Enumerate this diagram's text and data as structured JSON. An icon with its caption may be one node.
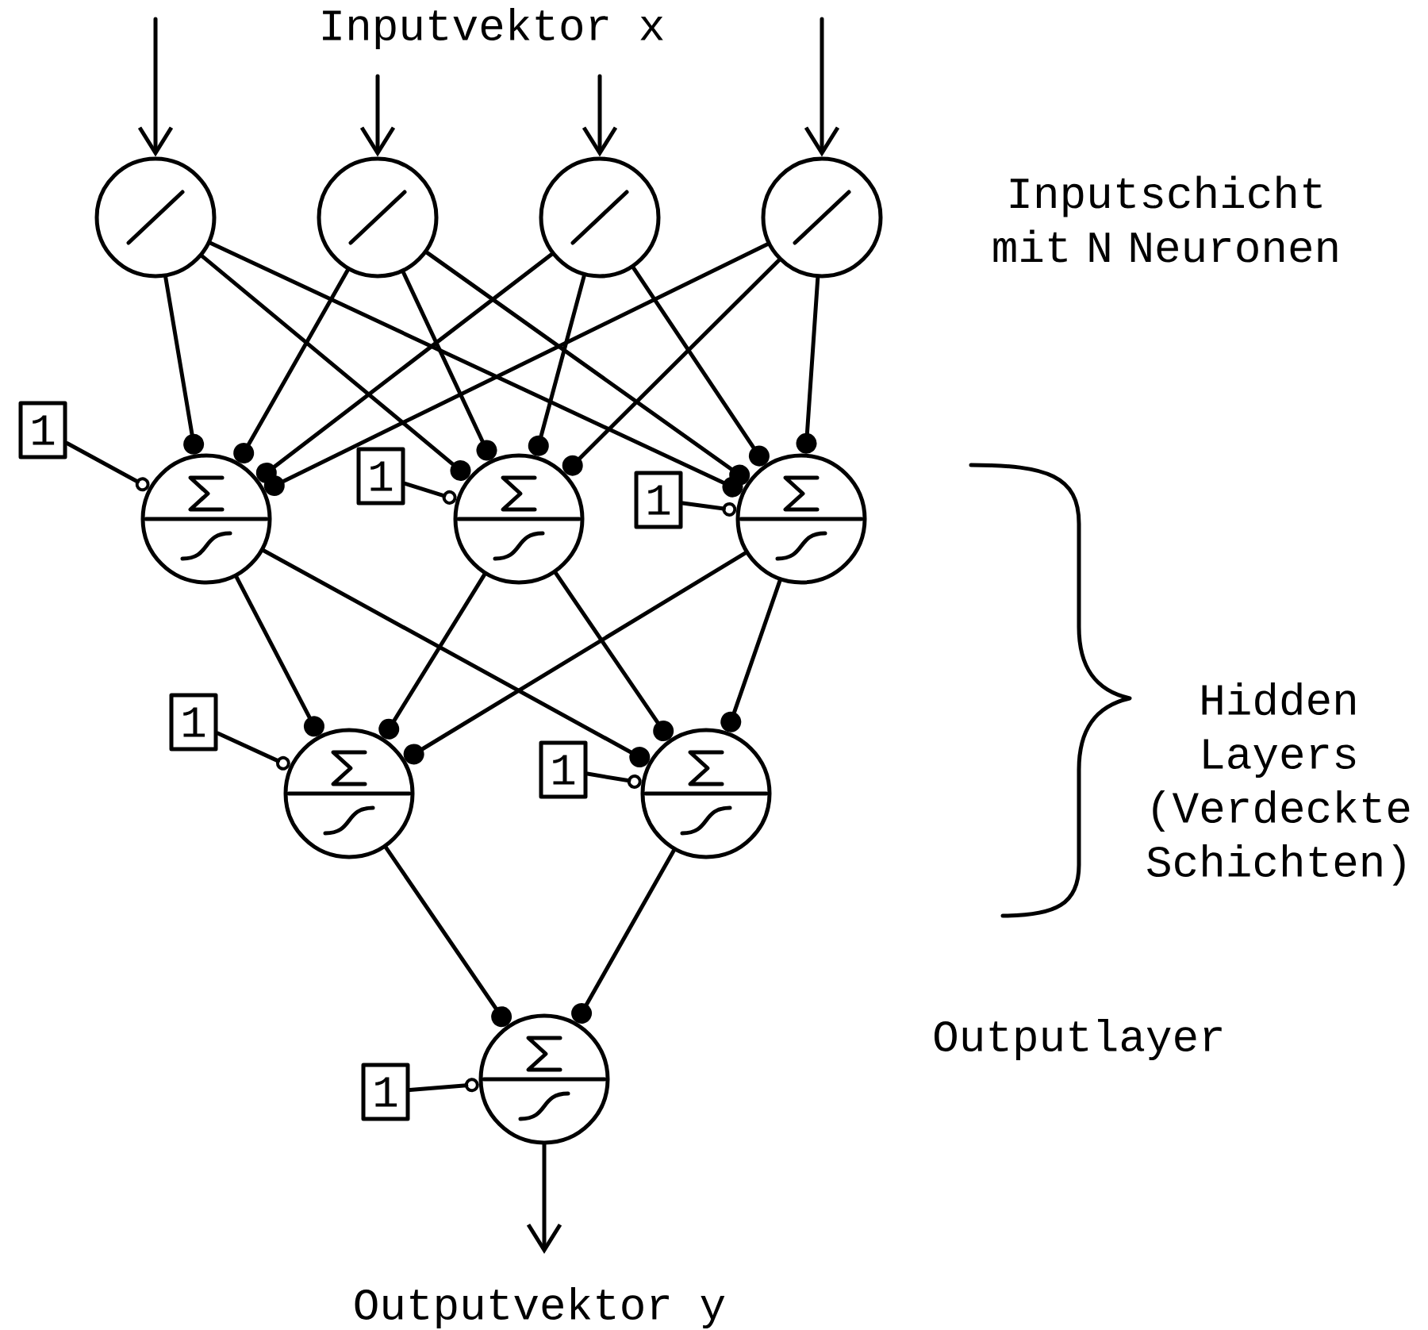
{
  "diagram": {
    "nodes": [
      {
        "text": [],
        "shape": "circle"
      },
      {
        "text": [],
        "shape": "circle"
      },
      {
        "text": [],
        "shape": "circle"
      },
      {
        "text": [],
        "shape": "circle"
      },
      {
        "text": [
          "1"
        ]
      },
      {
        "text": [],
        "shape": "circle"
      },
      {
        "text": [
          "1"
        ]
      },
      {
        "text": [],
        "shape": "circle"
      },
      {
        "text": [
          "1"
        ]
      },
      {
        "text": [],
        "shape": "circle"
      },
      {
        "text": [
          "1"
        ]
      },
      {
        "text": [],
        "shape": "circle"
      },
      {
        "text": [
          "1"
        ]
      },
      {
        "text": [],
        "shape": "circle"
      },
      {
        "text": [
          "1"
        ]
      },
      {
        "text": [],
        "shape": "circle"
      }
    ],
    "edges": [
      {
        "from": null,
        "to": 0,
        "arrow": "to"
      },
      {
        "from": null,
        "to": 1,
        "arrow": "to"
      },
      {
        "from": null,
        "to": 2,
        "arrow": "to"
      },
      {
        "from": null,
        "to": 3,
        "arrow": "to"
      },
      {
        "from": 0,
        "to": 5,
        "arrow": "other"
      },
      {
        "from": 0,
        "to": 7,
        "arrow": "other"
      },
      {
        "from": 0,
        "to": 9,
        "arrow": "other"
      },
      {
        "from": 1,
        "to": 5,
        "arrow": "other"
      },
      {
        "from": 1,
        "to": 7,
        "arrow": "other"
      },
      {
        "from": 1,
        "to": 9,
        "arrow": "other"
      },
      {
        "from": 2,
        "to": 5,
        "arrow": "other"
      },
      {
        "from": 2,
        "to": 7,
        "arrow": "other"
      },
      {
        "from": 2,
        "to": 9,
        "arrow": "other"
      },
      {
        "from": 3,
        "to": 5,
        "arrow": "other"
      },
      {
        "from": 3,
        "to": 7,
        "arrow": "other"
      },
      {
        "from": 3,
        "to": 9,
        "arrow": "other"
      },
      {
        "from": 4,
        "to": 5,
        "arrow": "other"
      },
      {
        "from": 6,
        "to": 7,
        "arrow": "other"
      },
      {
        "from": 8,
        "to": 9,
        "arrow": "other"
      },
      {
        "from": 5,
        "to": 11,
        "arrow": "other"
      },
      {
        "from": 5,
        "to": 13,
        "arrow": "other"
      },
      {
        "from": 7,
        "to": 11,
        "arrow": "other"
      },
      {
        "from": 7,
        "to": 13,
        "arrow": "other"
      },
      {
        "from": 9,
        "to": 11,
        "arrow": "other"
      },
      {
        "from": 9,
        "to": 13,
        "arrow": "other"
      },
      {
        "from": 10,
        "to": 11,
        "arrow": "other"
      },
      {
        "from": 12,
        "to": 13,
        "arrow": "other"
      },
      {
        "from": 11,
        "to": 15,
        "arrow": "other"
      },
      {
        "from": 13,
        "to": 15,
        "arrow": "other"
      },
      {
        "from": 14,
        "to": 15,
        "arrow": "other"
      },
      {
        "from": 15,
        "to": null,
        "arrow": "to"
      }
    ],
    "labels": [
      "Inputvektor x",
      "Inputschicht mit N Neuronen",
      "Hidden Layers (Verdeckte Schichten)",
      "Outputlayer",
      "Outputvektor y"
    ]
  }
}
